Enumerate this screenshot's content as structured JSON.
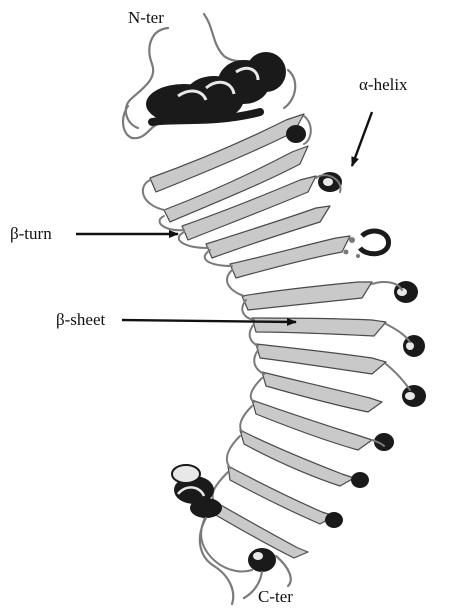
{
  "labels": {
    "n_terminus": "N-ter",
    "c_terminus": "C-ter",
    "alpha_helix": "α-helix",
    "beta_turn": "β-turn",
    "beta_sheet": "β-sheet"
  },
  "colors": {
    "background": "#ffffff",
    "strand_fill": "#c9c9c9",
    "strand_edge": "#4a4a4a",
    "helix_dark": "#1a1a1a",
    "helix_light": "#e8e8e8",
    "loop": "#7a7a7a",
    "arrow": "#111111",
    "text": "#111111"
  }
}
